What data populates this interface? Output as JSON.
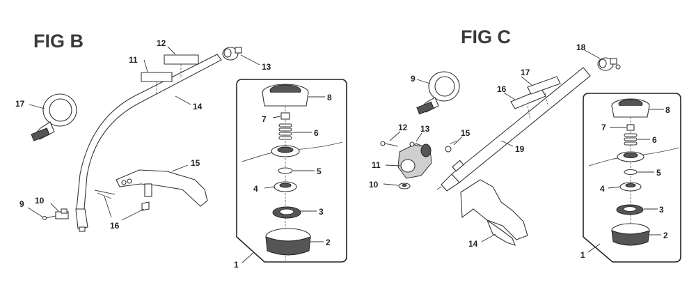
{
  "figures": {
    "b": {
      "title": "FIG B",
      "callouts": {
        "c1": "1",
        "c2": "2",
        "c3": "3",
        "c4": "4",
        "c5": "5",
        "c6": "6",
        "c7": "7",
        "c8": "8",
        "c9": "9",
        "c10": "10",
        "c11": "11",
        "c12": "12",
        "c13": "13",
        "c14": "14",
        "c15": "15",
        "c16": "16",
        "c17": "17"
      }
    },
    "c": {
      "title": "FIG C",
      "callouts": {
        "c1": "1",
        "c2": "2",
        "c3": "3",
        "c4": "4",
        "c5": "5",
        "c6": "6",
        "c7": "7",
        "c8": "8",
        "c9": "9",
        "c10": "10",
        "c11": "11",
        "c12": "12",
        "c13": "13",
        "c14": "14",
        "c15": "15",
        "c16": "16",
        "c17": "17",
        "c18": "18",
        "c19": "19"
      }
    }
  },
  "colors": {
    "ink": "#333333",
    "title": "#3a3a3a",
    "part_dark": "#555555"
  }
}
